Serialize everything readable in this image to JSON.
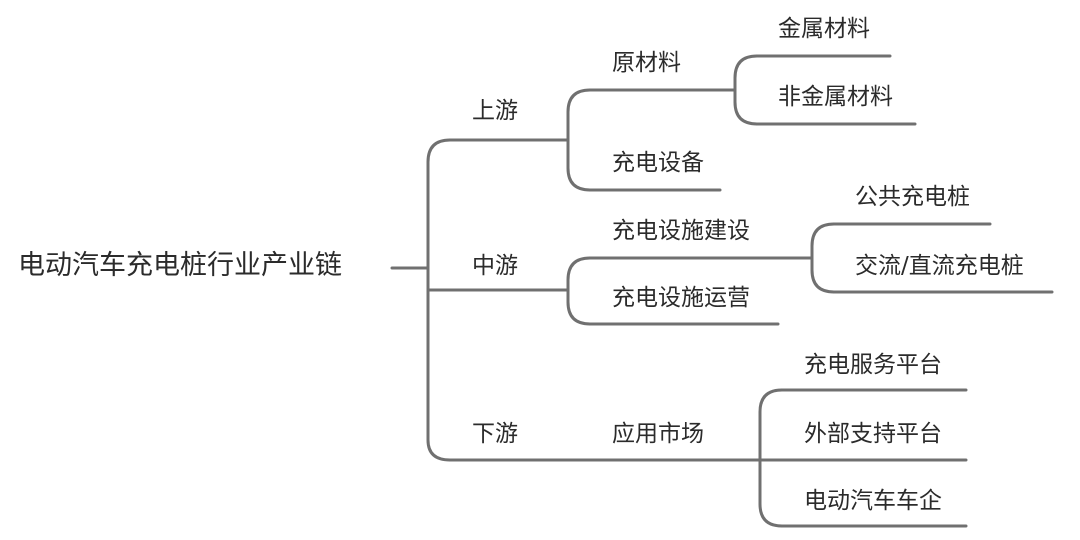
{
  "root": "电动汽车充电桩行业产业链",
  "branches": [
    {
      "label": "上游",
      "children": [
        {
          "label": "原材料",
          "children": [
            "金属材料",
            "非金属材料"
          ]
        },
        {
          "label": "充电设备",
          "children": []
        }
      ]
    },
    {
      "label": "中游",
      "children": [
        {
          "label": "充电设施建设",
          "children": [
            "公共充电桩",
            "交流/直流充电桩"
          ]
        },
        {
          "label": "充电设施运营",
          "children": []
        }
      ]
    },
    {
      "label": "下游",
      "children": [
        {
          "label": "应用市场",
          "children": [
            "充电服务平台",
            "外部支持平台",
            "电动汽车车企"
          ]
        }
      ]
    }
  ],
  "colors": {
    "line": "#707070",
    "text": "#2b2b2b",
    "background": "#ffffff"
  }
}
